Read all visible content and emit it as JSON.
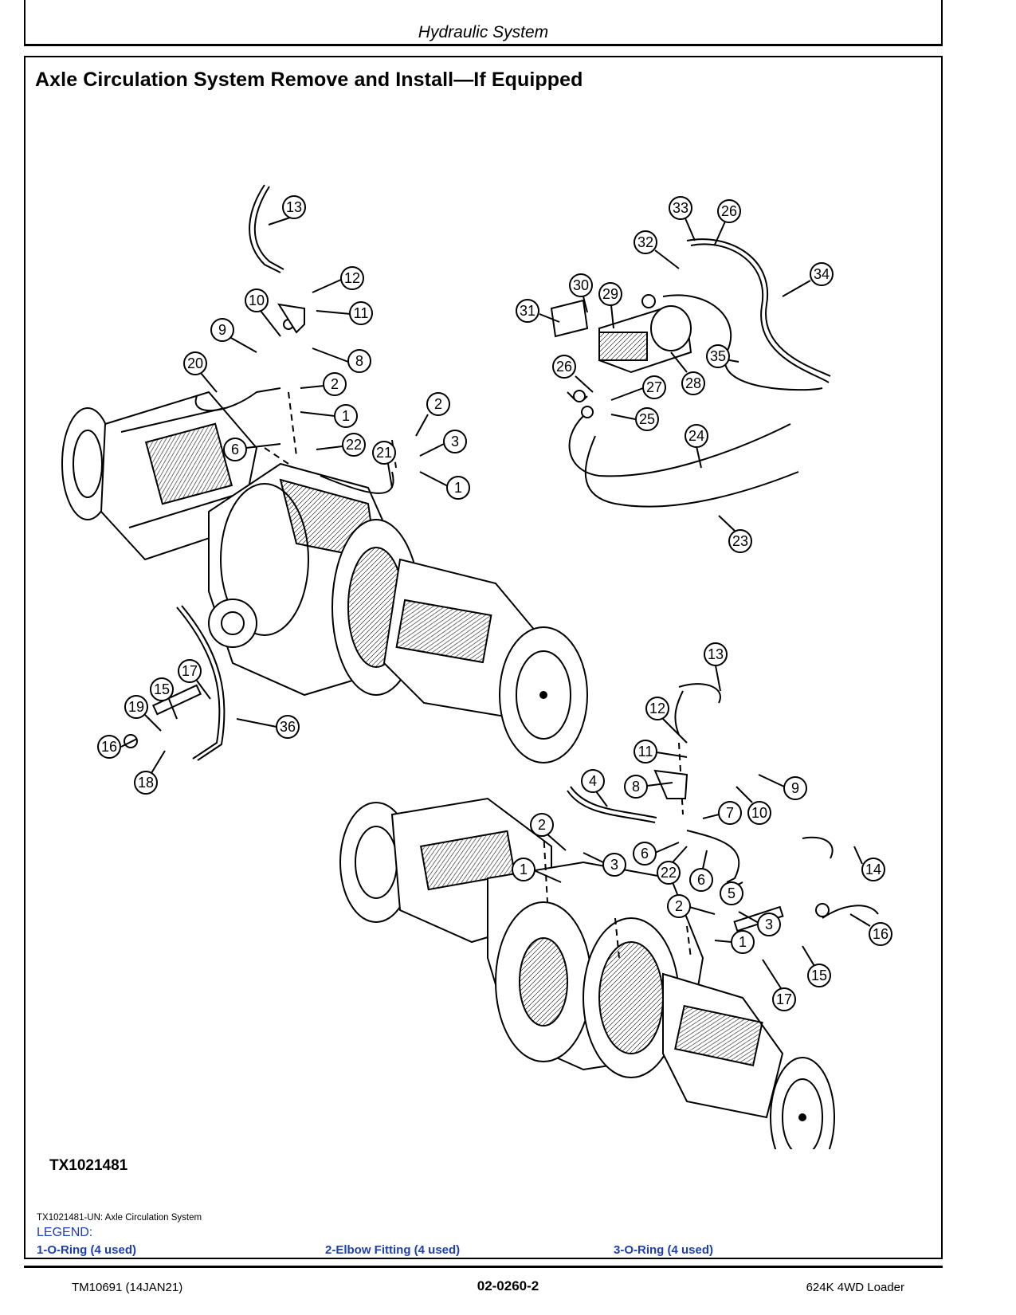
{
  "header": {
    "section": "Hydraulic System"
  },
  "procedure": {
    "title": "Axle Circulation System Remove and Install—If Equipped"
  },
  "figure": {
    "id": "TX1021481",
    "caption": "TX1021481-UN: Axle Circulation System",
    "callouts_upper": [
      "13",
      "12",
      "11",
      "10",
      "9",
      "8",
      "20",
      "2",
      "1",
      "6",
      "22",
      "21",
      "2",
      "3",
      "1",
      "17",
      "15",
      "19",
      "16",
      "18",
      "36"
    ],
    "callouts_pump": [
      "33",
      "26",
      "32",
      "34",
      "30",
      "29",
      "31",
      "28",
      "35",
      "26",
      "27",
      "25",
      "24",
      "23"
    ],
    "callouts_lower": [
      "13",
      "12",
      "11",
      "8",
      "4",
      "9",
      "10",
      "7",
      "2",
      "6",
      "22",
      "6",
      "3",
      "1",
      "5",
      "14",
      "2",
      "3",
      "16",
      "1",
      "15",
      "17"
    ]
  },
  "legend": {
    "label": "LEGEND:",
    "items": [
      "1-O-Ring (4 used)",
      "2-Elbow Fitting (4 used)",
      "3-O-Ring (4 used)"
    ]
  },
  "footer": {
    "manual": "TM10691 (14JAN21)",
    "page": "02-0260-2",
    "model": "624K 4WD Loader"
  }
}
